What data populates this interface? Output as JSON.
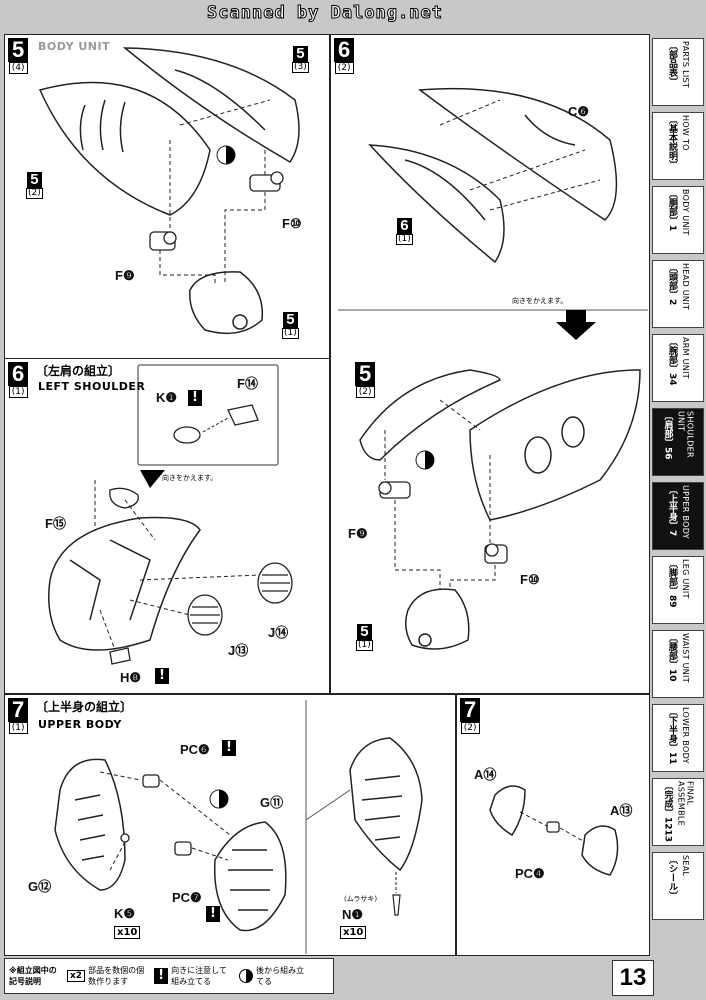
{
  "header": {
    "scan_credit": "Scanned by Dalong.net"
  },
  "steps": {
    "s5a": {
      "num": "5",
      "sub": "(4)",
      "watermark": "BODY UNIT"
    },
    "s6a": {
      "num": "6",
      "sub": "(2)"
    },
    "s6b": {
      "num": "6",
      "sub": "(1)",
      "jp_title": "〔左肩の組立〕",
      "en_title": "LEFT SHOULDER"
    },
    "s5b": {
      "num": "5",
      "sub": "(2)"
    },
    "s7a": {
      "num": "7",
      "sub": "(1)",
      "jp_title": "〔上半身の組立〕",
      "en_title": "UPPER BODY"
    },
    "s7b": {
      "num": "7",
      "sub": "(2)"
    }
  },
  "parts": {
    "p5_3": {
      "n": "5",
      "s": "(3)"
    },
    "p5_2": {
      "n": "5",
      "s": "(2)"
    },
    "p5_1": {
      "n": "5",
      "s": "(1)"
    },
    "p6_1": {
      "n": "6",
      "s": "(1)"
    },
    "p5_1b": {
      "n": "5",
      "s": "(1)"
    }
  },
  "labels": {
    "F10": "F⑩",
    "F9": "F❾",
    "C6": "C❻",
    "K1": "K❶",
    "F14": "F⑭",
    "F15": "F⑮",
    "J14": "J⑭",
    "J13": "J⑬",
    "H8": "H❽",
    "F9b": "F❾",
    "F10b": "F⑩",
    "PCF": "PC❻",
    "PCH": "PC❼",
    "G11": "G⑪",
    "G12": "G⑫",
    "K5": "K❺",
    "N1": "N❶",
    "A14": "A⑭",
    "A13": "A⑬",
    "PCA": "PC❹"
  },
  "notes": {
    "turn1": "向きをかえます。",
    "turn2": "向きをかえます。",
    "murasaki": "(ムラサキ)",
    "x10a": "x10",
    "x10b": "x10"
  },
  "legend": {
    "title": "※組立図中の記号説明",
    "item1_icon": "x2",
    "item1_text": "部品を数個の個数作ります",
    "item2_text": "向きに注意して組み立てる",
    "item3_text": "後から組み立てる"
  },
  "sidebar": [
    {
      "jp": "〔部品表〕",
      "en": "PARTS LIST",
      "active": false
    },
    {
      "jp": "〔基本説明〕",
      "en": "HOW TO",
      "active": false
    },
    {
      "jp": "〔胴部〕1",
      "en": "BODY UNIT",
      "active": false
    },
    {
      "jp": "〔頭部〕2",
      "en": "HEAD UNIT",
      "active": false
    },
    {
      "jp": "〔腕部〕34",
      "en": "ARM UNIT",
      "active": false
    },
    {
      "jp": "〔肩部〕56",
      "en": "SHOULDER UNIT",
      "active": true
    },
    {
      "jp": "〔上半身〕7",
      "en": "UPPER BODY",
      "active": true
    },
    {
      "jp": "〔脚部〕89",
      "en": "LEG UNIT",
      "active": false
    },
    {
      "jp": "〔腰部〕10",
      "en": "WAIST UNIT",
      "active": false
    },
    {
      "jp": "〔下半身〕11",
      "en": "LOWER BODY",
      "active": false
    },
    {
      "jp": "〔完成〕1213",
      "en": "FINAL ASSEMBLE",
      "active": false
    },
    {
      "jp": "〔シール〕",
      "en": "SEAL",
      "active": false
    }
  ],
  "page_number": "13"
}
